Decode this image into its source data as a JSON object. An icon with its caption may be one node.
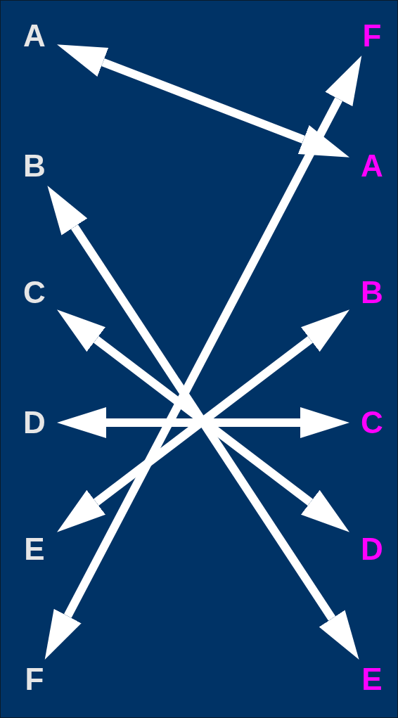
{
  "diagram": {
    "nodes": [
      {
        "text": [
          "A"
        ]
      },
      {
        "text": [
          "B"
        ]
      },
      {
        "text": [
          "C"
        ]
      },
      {
        "text": [
          "D"
        ]
      },
      {
        "text": [
          "E"
        ]
      },
      {
        "text": [
          "F"
        ]
      },
      {
        "text": [
          "F"
        ]
      },
      {
        "text": [
          "A"
        ]
      },
      {
        "text": [
          "B"
        ]
      },
      {
        "text": [
          "C"
        ]
      },
      {
        "text": [
          "D"
        ]
      },
      {
        "text": [
          "E"
        ]
      }
    ],
    "edges": [
      {
        "from": 0,
        "to": 7,
        "arrow": "both"
      },
      {
        "from": 1,
        "to": 11,
        "arrow": "both"
      },
      {
        "from": 2,
        "to": 10,
        "arrow": "both"
      },
      {
        "from": 3,
        "to": 9,
        "arrow": "both"
      },
      {
        "from": 4,
        "to": 8,
        "arrow": "both"
      },
      {
        "from": 5,
        "to": 6,
        "arrow": "both"
      }
    ]
  }
}
